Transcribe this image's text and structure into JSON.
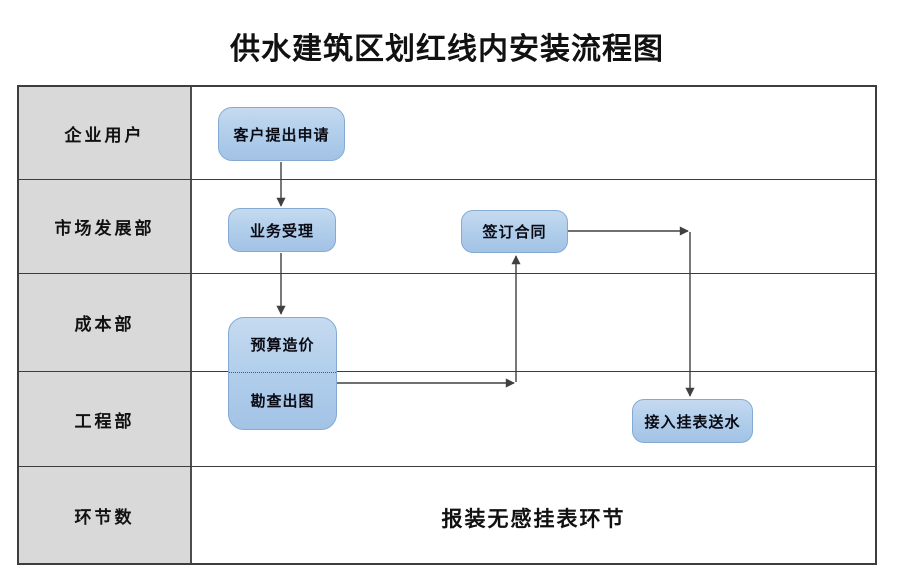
{
  "title": "供水建筑区划红线内安装流程图",
  "lanes": [
    {
      "label": "企业用户"
    },
    {
      "label": "市场发展部"
    },
    {
      "label": "成本部"
    },
    {
      "label": "工程部"
    },
    {
      "label": "环节数"
    }
  ],
  "nodes": {
    "apply": {
      "label": "客户提出申请"
    },
    "accept": {
      "label": "业务受理"
    },
    "contract": {
      "label": "签订合同"
    },
    "budget": {
      "label": "预算造价"
    },
    "survey": {
      "label": "勘查出图"
    },
    "meter": {
      "label": "接入挂表送水"
    }
  },
  "footer": {
    "note": "报装无感挂表环节"
  },
  "colors": {
    "lane_header_bg": "#d9d9d9",
    "node_fill": "#b2cfeb",
    "node_border": "#84aad3",
    "connector_line": "#404040",
    "table_border": "#3d3d3d"
  }
}
